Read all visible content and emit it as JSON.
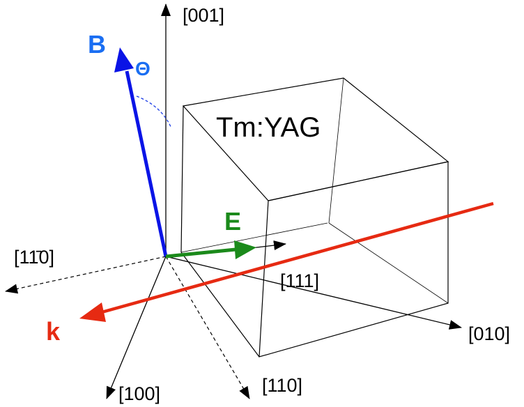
{
  "labels": {
    "axis_001": "[001]",
    "axis_010": "[010]",
    "axis_100": "[100]",
    "axis_110": "[110]",
    "axis_111": "[111]",
    "axis_1m10": "[11̄0]",
    "crystal": "Tm:YAG",
    "field_B": "B",
    "field_E": "E",
    "wave_k": "k",
    "angle": "Θ"
  },
  "colors": {
    "B": "#0a14e6",
    "B_label": "#1a6ef2",
    "E": "#1b8a1b",
    "k": "#e62a12",
    "axis": "#000000",
    "cube": "#000000",
    "angle_arc": "#1a3ce6"
  }
}
